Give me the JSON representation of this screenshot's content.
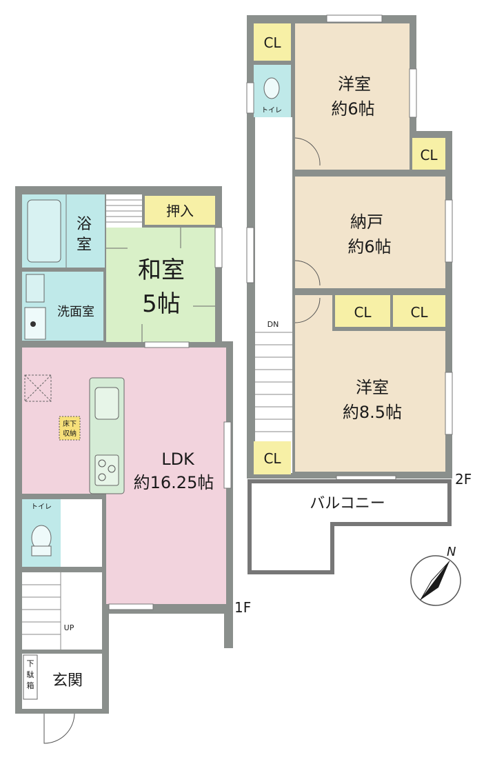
{
  "floor1": {
    "level_label": "1F",
    "rooms": {
      "bath": "浴室",
      "washroom": "洗面室",
      "washitsu_name": "和室",
      "washitsu_size": "5帖",
      "oshiire": "押入",
      "ldk_name": "LDK",
      "ldk_size": "約16.25帖",
      "underfloor_storage": "床下収納",
      "toilet": "トイレ",
      "up": "UP",
      "genkan": "玄関",
      "shoebox": "下駄箱"
    }
  },
  "floor2": {
    "level_label": "2F",
    "rooms": {
      "cl": "CL",
      "toilet": "トイレ",
      "western_a_name": "洋室",
      "western_a_size": "約6帖",
      "nando_name": "納戸",
      "nando_size": "約6帖",
      "western_b_name": "洋室",
      "western_b_size": "約8.5帖",
      "dn": "DN",
      "balcony": "バルコニー"
    }
  },
  "compass": {
    "north": "N"
  },
  "colors": {
    "wall": "#8a8f8c",
    "ldk": "#f2d3dd",
    "washitsu": "#d9f0c8",
    "bath": "#bfe9e9",
    "closet": "#f7f0a6",
    "western": "#f2e4cc"
  }
}
